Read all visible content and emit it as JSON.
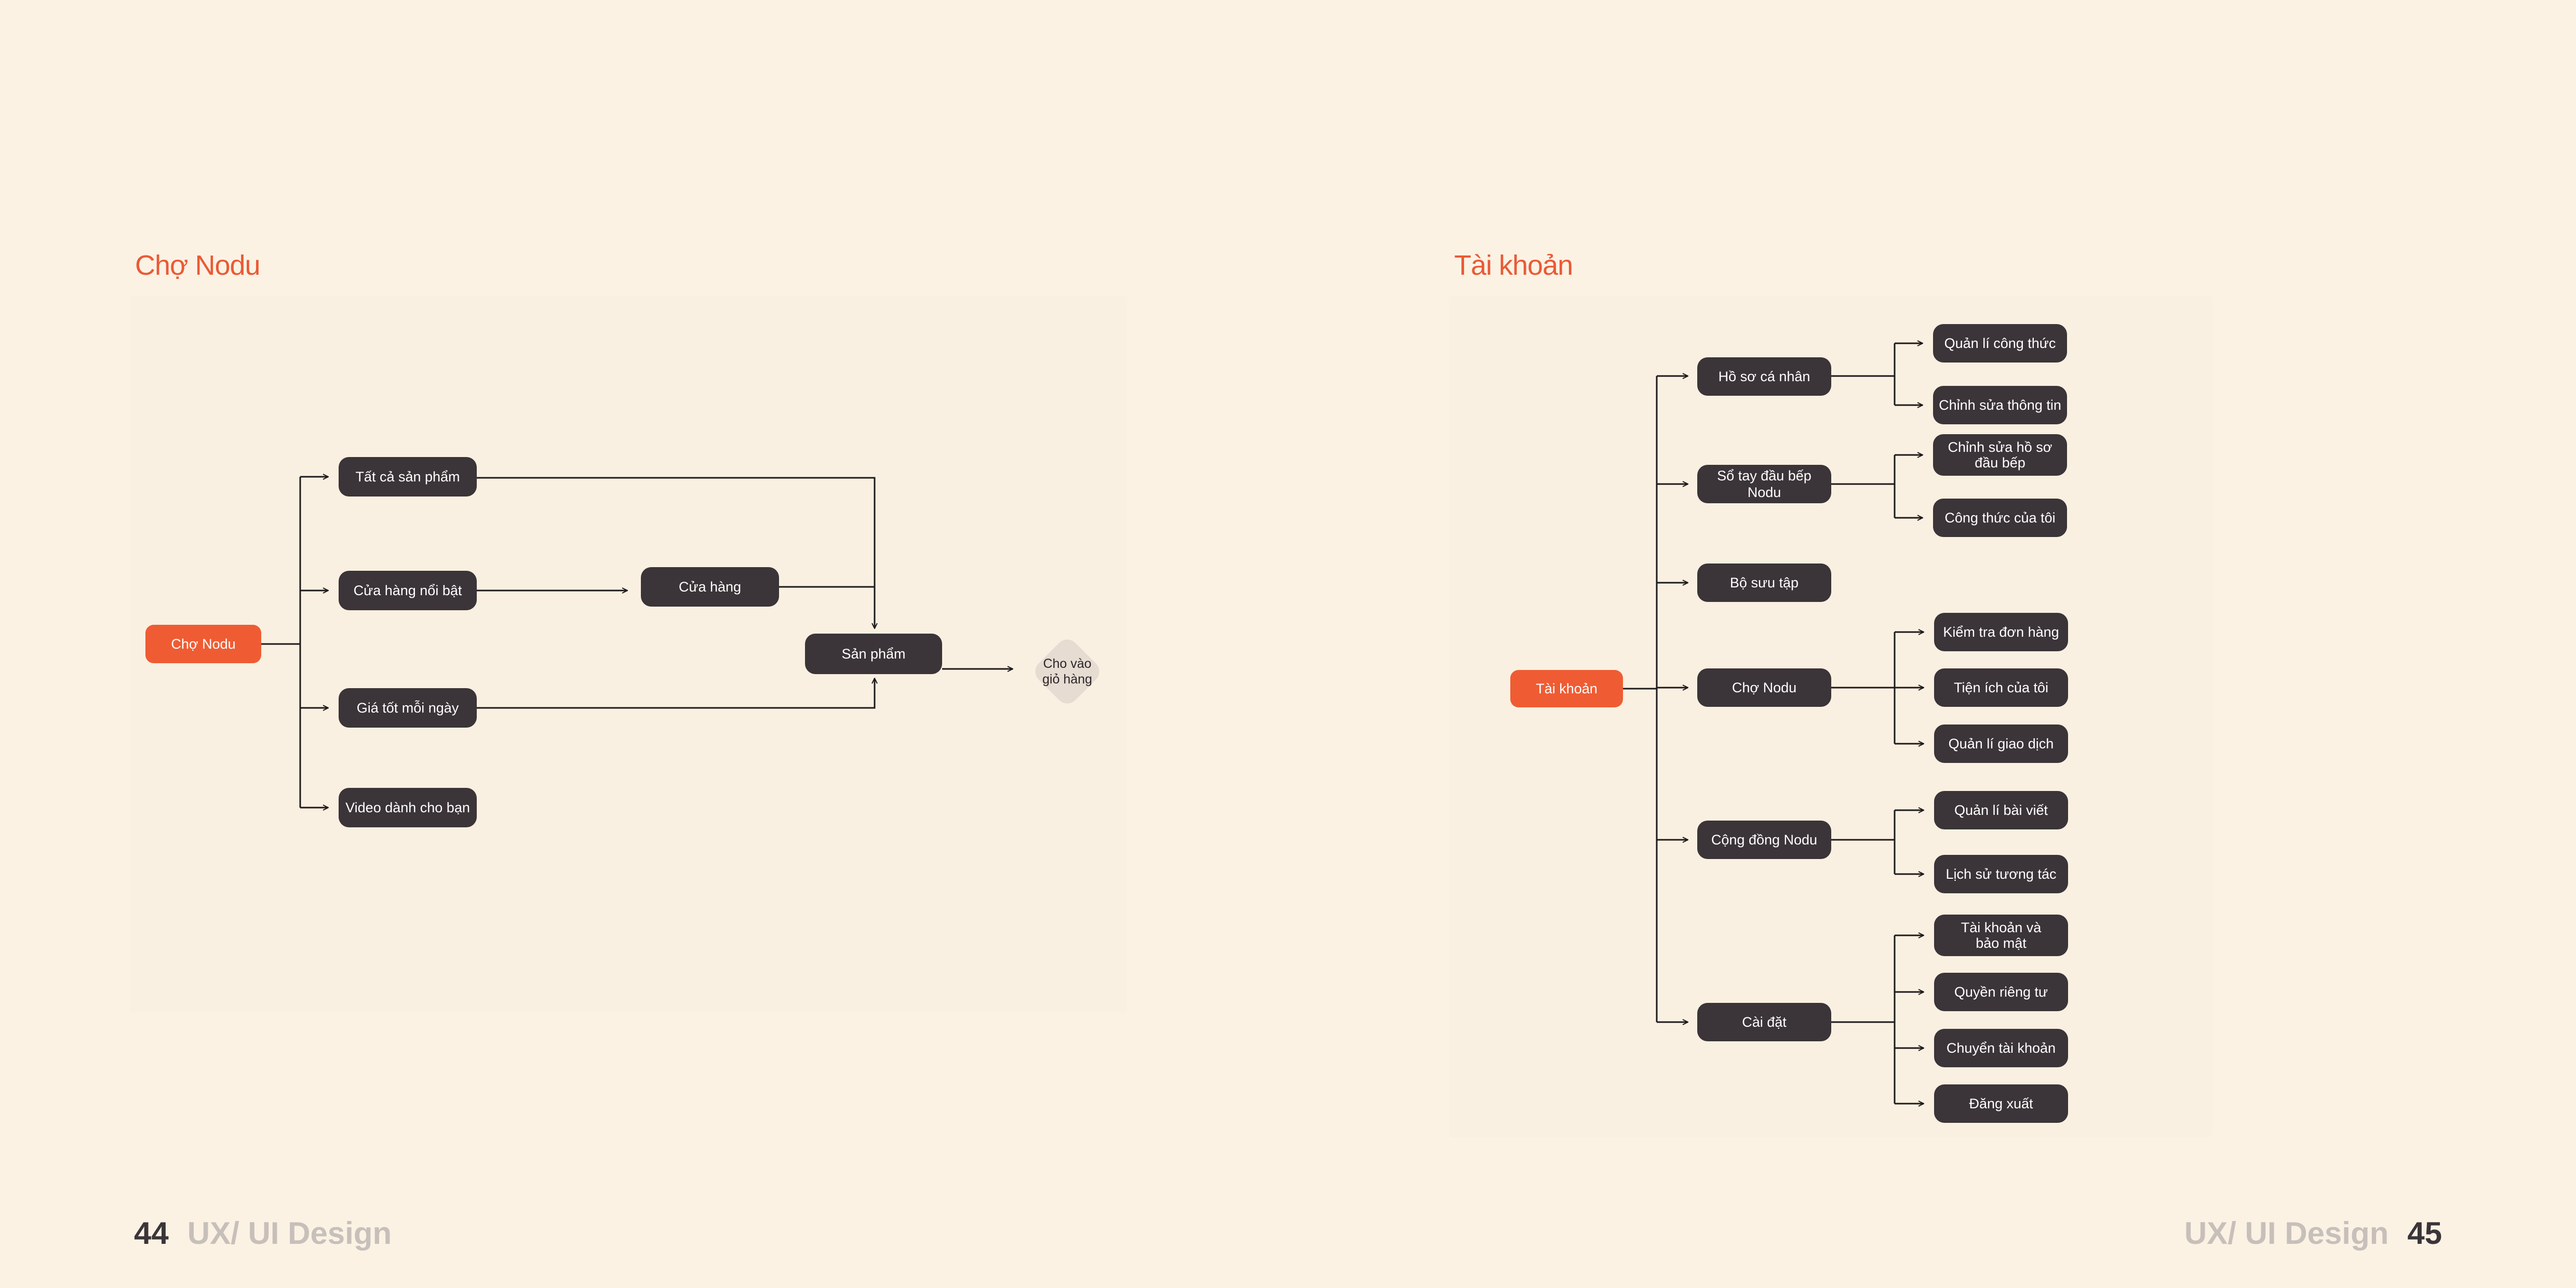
{
  "left": {
    "title": "Chợ Nodu",
    "root": "Chợ Nodu",
    "branches": [
      "Tất cả sản phẩm",
      "Cửa hàng nổi bật",
      "Giá tốt mỗi ngày",
      "Video dành cho bạn"
    ],
    "store": "Cửa hàng",
    "product": "Sản phẩm",
    "decision": "Cho vào\ngiỏ hàng"
  },
  "right": {
    "title": "Tài khoản",
    "root": "Tài khoản",
    "groups": [
      {
        "label": "Hồ sơ cá nhân",
        "children": [
          "Quản lí công thức",
          "Chỉnh sửa thông tin"
        ]
      },
      {
        "label": "Sổ tay đầu bếp Nodu",
        "children": [
          "Chỉnh sửa hồ sơ\nđầu bếp",
          "Công thức của tôi"
        ]
      },
      {
        "label": "Bộ sưu tập",
        "children": []
      },
      {
        "label": "Chợ Nodu",
        "children": [
          "Kiểm tra đơn hàng",
          "Tiện ích của tôi",
          "Quản lí giao dịch"
        ]
      },
      {
        "label": "Cộng đồng Nodu",
        "children": [
          "Quản lí bài viết",
          "Lịch sử tương tác"
        ]
      },
      {
        "label": "Cài đặt",
        "children": [
          "Tài khoản và\nbảo mật",
          "Quyền riêng tư",
          "Chuyển tài khoản",
          "Đăng xuất"
        ]
      }
    ]
  },
  "footer": {
    "left_page": "44",
    "left_label": "UX/ UI Design",
    "right_label": "UX/ UI Design",
    "right_page": "45"
  }
}
